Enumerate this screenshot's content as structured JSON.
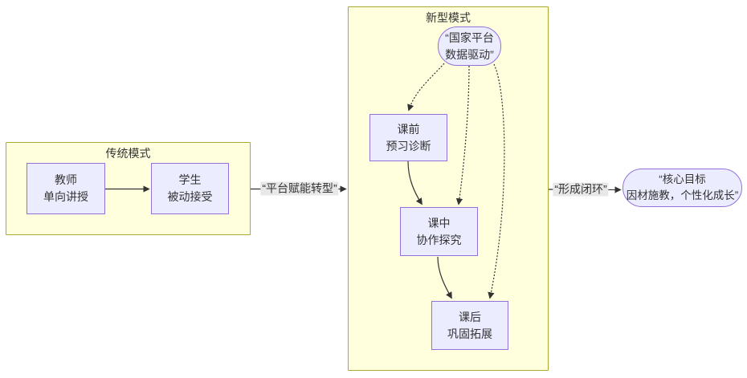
{
  "diagram": {
    "type": "flowchart",
    "clusters": {
      "traditional": {
        "title": "传统模式",
        "nodes": {
          "teacher": {
            "line1": "教师",
            "line2": "单向讲授"
          },
          "student": {
            "line1": "学生",
            "line2": "被动接受"
          }
        }
      },
      "modern": {
        "title": "新型模式",
        "nodes": {
          "platform": {
            "line1": "“国家平台",
            "line2": "数据驱动”"
          },
          "pre_class": {
            "line1": "课前",
            "line2": "预习诊断"
          },
          "in_class": {
            "line1": "课中",
            "line2": "协作探究"
          },
          "after_class": {
            "line1": "课后",
            "line2": "巩固拓展"
          }
        }
      }
    },
    "goal": {
      "line1": "“核心目标",
      "line2": "因材施教，个性化成长”"
    },
    "edges": {
      "transform_label": "“平台赋能转型”",
      "loop_label": "“形成闭环”"
    },
    "colors": {
      "node_fill": "#ECECFF",
      "node_border": "#9370DB",
      "cluster_fill": "#FFFFDE",
      "cluster_border": "#AAAA33",
      "edge_color": "#333333",
      "edge_label_bg": "#E8E8E8",
      "text_color": "#333333",
      "canvas_bg": "#FFFFFF"
    }
  }
}
